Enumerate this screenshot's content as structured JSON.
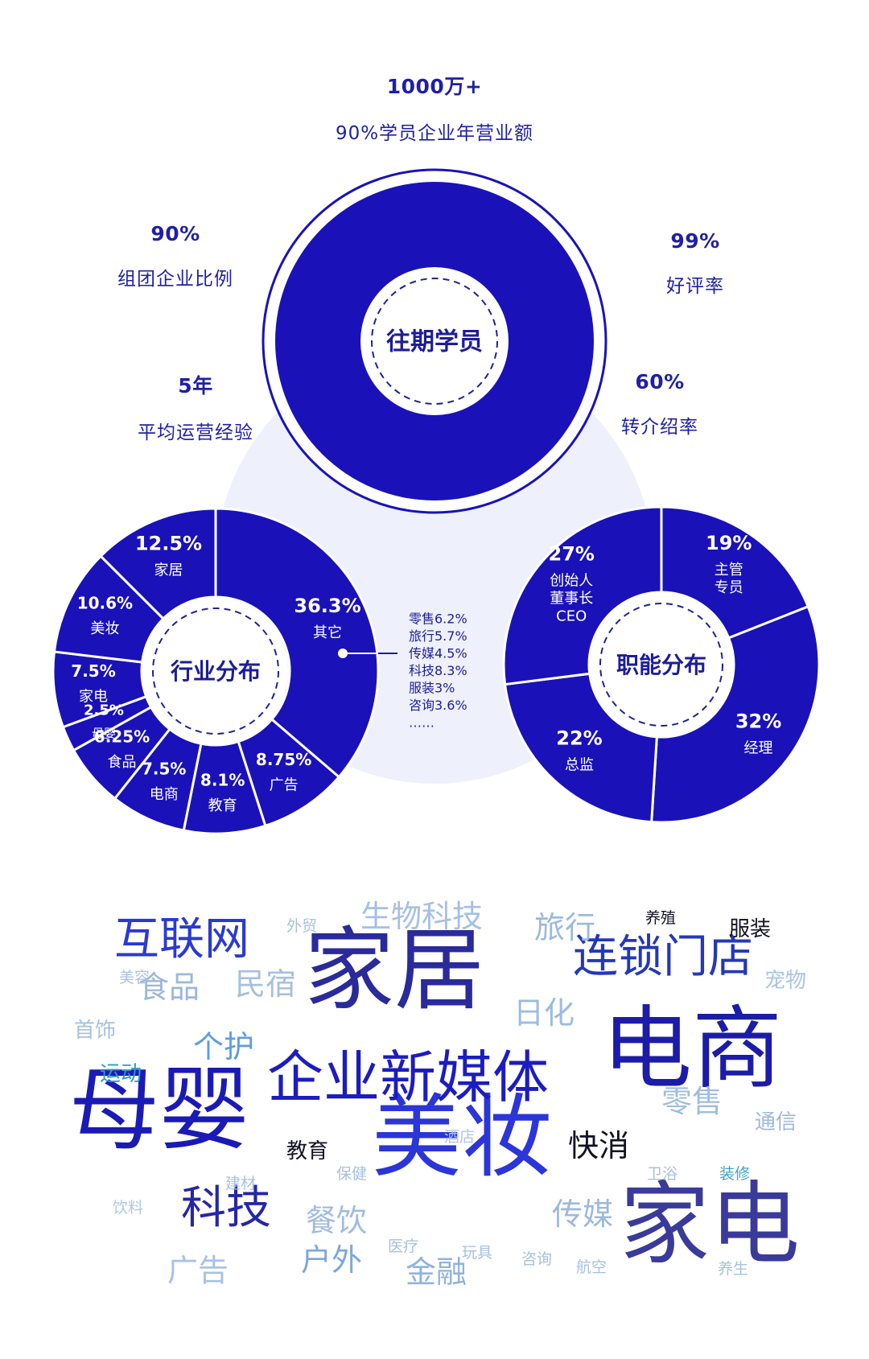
{
  "top_stats": [
    {
      "id": "revenue",
      "value": "1000万+",
      "label": "90%学员企业年营业额"
    },
    {
      "id": "group",
      "value": "90%",
      "label": "组团企业比例"
    },
    {
      "id": "rating",
      "value": "99%",
      "label": "好评率"
    },
    {
      "id": "experience",
      "value": "5年",
      "label": "平均运营经验"
    },
    {
      "id": "referral",
      "value": "60%",
      "label": "转介绍率"
    }
  ],
  "center_title": "往期学员",
  "chart_data": [
    {
      "type": "pie",
      "title": "行业分布",
      "slices": [
        {
          "name": "其它",
          "value": 36.3,
          "value_label": "36.3%"
        },
        {
          "name": "广告",
          "value": 8.75,
          "value_label": "8.75%"
        },
        {
          "name": "教育",
          "value": 8.1,
          "value_label": "8.1%"
        },
        {
          "name": "电商",
          "value": 7.5,
          "value_label": "7.5%"
        },
        {
          "name": "食品",
          "value": 6.25,
          "value_label": "6.25%"
        },
        {
          "name": "母婴",
          "value": 2.5,
          "value_label": "2.5%"
        },
        {
          "name": "家电",
          "value": 7.5,
          "value_label": "7.5%"
        },
        {
          "name": "美妆",
          "value": 10.6,
          "value_label": "10.6%"
        },
        {
          "name": "家居",
          "value": 12.5,
          "value_label": "12.5%"
        }
      ],
      "annotation_list": [
        "零售6.2%",
        "旅行5.7%",
        "传媒4.5%",
        "科技8.3%",
        "服装3%",
        "咨询3.6%",
        "……"
      ]
    },
    {
      "type": "pie",
      "title": "职能分布",
      "slices": [
        {
          "name": "主管\n专员",
          "value": 19,
          "value_label": "19%"
        },
        {
          "name": "经理",
          "value": 32,
          "value_label": "32%"
        },
        {
          "name": "总监",
          "value": 22,
          "value_label": "22%"
        },
        {
          "name": "创始人\n董事长\nCEO",
          "value": 27,
          "value_label": "27%"
        }
      ]
    }
  ],
  "word_cloud": [
    {
      "text": "家居",
      "size": "xl",
      "color": "#2a2a9a"
    },
    {
      "text": "电商",
      "size": "xl",
      "color": "#1c1ca8"
    },
    {
      "text": "母婴",
      "size": "xl",
      "color": "#1a1ab5"
    },
    {
      "text": "美妆",
      "size": "xl",
      "color": "#2b35d8"
    },
    {
      "text": "家电",
      "size": "xl",
      "color": "#3a3a9a"
    },
    {
      "text": "企业新媒体",
      "size": "l",
      "color": "#1c1cc0"
    },
    {
      "text": "互联网",
      "size": "m",
      "color": "#2a3ad0"
    },
    {
      "text": "连锁门店",
      "size": "m",
      "color": "#2438b8"
    },
    {
      "text": "科技",
      "size": "m",
      "color": "#2626a8"
    },
    {
      "text": "食品",
      "size": "s",
      "color": "#9db7dc"
    },
    {
      "text": "日化",
      "size": "s",
      "color": "#9bbce4"
    },
    {
      "text": "生物科技",
      "size": "s",
      "color": "#a6c0e2"
    },
    {
      "text": "旅行",
      "size": "s",
      "color": "#9cb9df"
    },
    {
      "text": "零售",
      "size": "s",
      "color": "#9fbce0"
    },
    {
      "text": "传媒",
      "size": "s",
      "color": "#9cb9de"
    },
    {
      "text": "餐饮",
      "size": "s",
      "color": "#a2bbe0"
    },
    {
      "text": "户外",
      "size": "s",
      "color": "#7da7dc"
    },
    {
      "text": "金融",
      "size": "s",
      "color": "#8fb3de"
    },
    {
      "text": "广告",
      "size": "s",
      "color": "#a8c2e3"
    },
    {
      "text": "民宿",
      "size": "s",
      "color": "#a6bfe0"
    },
    {
      "text": "个护",
      "size": "s",
      "color": "#5c9ee0"
    },
    {
      "text": "快消",
      "size": "s",
      "color": "#111122"
    },
    {
      "text": "服装",
      "size": "xs",
      "color": "#111122"
    },
    {
      "text": "宠物",
      "size": "xs",
      "color": "#a8c4e6"
    },
    {
      "text": "通信",
      "size": "xs",
      "color": "#9db9de"
    },
    {
      "text": "运动",
      "size": "xs",
      "color": "#2f9ac8"
    },
    {
      "text": "首饰",
      "size": "xs",
      "color": "#a9c0de"
    },
    {
      "text": "教育",
      "size": "xs",
      "color": "#111122"
    },
    {
      "text": "养殖",
      "size": "xxs",
      "color": "#111122"
    },
    {
      "text": "外贸",
      "size": "xxs",
      "color": "#a7c0e0"
    },
    {
      "text": "美容",
      "size": "xxs",
      "color": "#a9c2e2"
    },
    {
      "text": "酒店",
      "size": "xxs",
      "color": "#b0c6e4"
    },
    {
      "text": "保健",
      "size": "xxs",
      "color": "#a8c0e0"
    },
    {
      "text": "建材",
      "size": "xxs",
      "color": "#a9c2e2"
    },
    {
      "text": "饮料",
      "size": "xxs",
      "color": "#b0c6e4"
    },
    {
      "text": "医疗",
      "size": "xxs",
      "color": "#a8c0e0"
    },
    {
      "text": "玩具",
      "size": "xxs",
      "color": "#a8c0e0"
    },
    {
      "text": "咨询",
      "size": "xxs",
      "color": "#a8c0e0"
    },
    {
      "text": "航空",
      "size": "xxs",
      "color": "#a8c0e0"
    },
    {
      "text": "卫浴",
      "size": "xxs",
      "color": "#a8c0e0"
    },
    {
      "text": "装修",
      "size": "xxs",
      "color": "#3fa2d2"
    },
    {
      "text": "养生",
      "size": "xxs",
      "color": "#a8c0e0"
    }
  ],
  "colors": {
    "primary": "#1a12b8",
    "light_circle": "#eef0fb",
    "white": "#ffffff"
  }
}
